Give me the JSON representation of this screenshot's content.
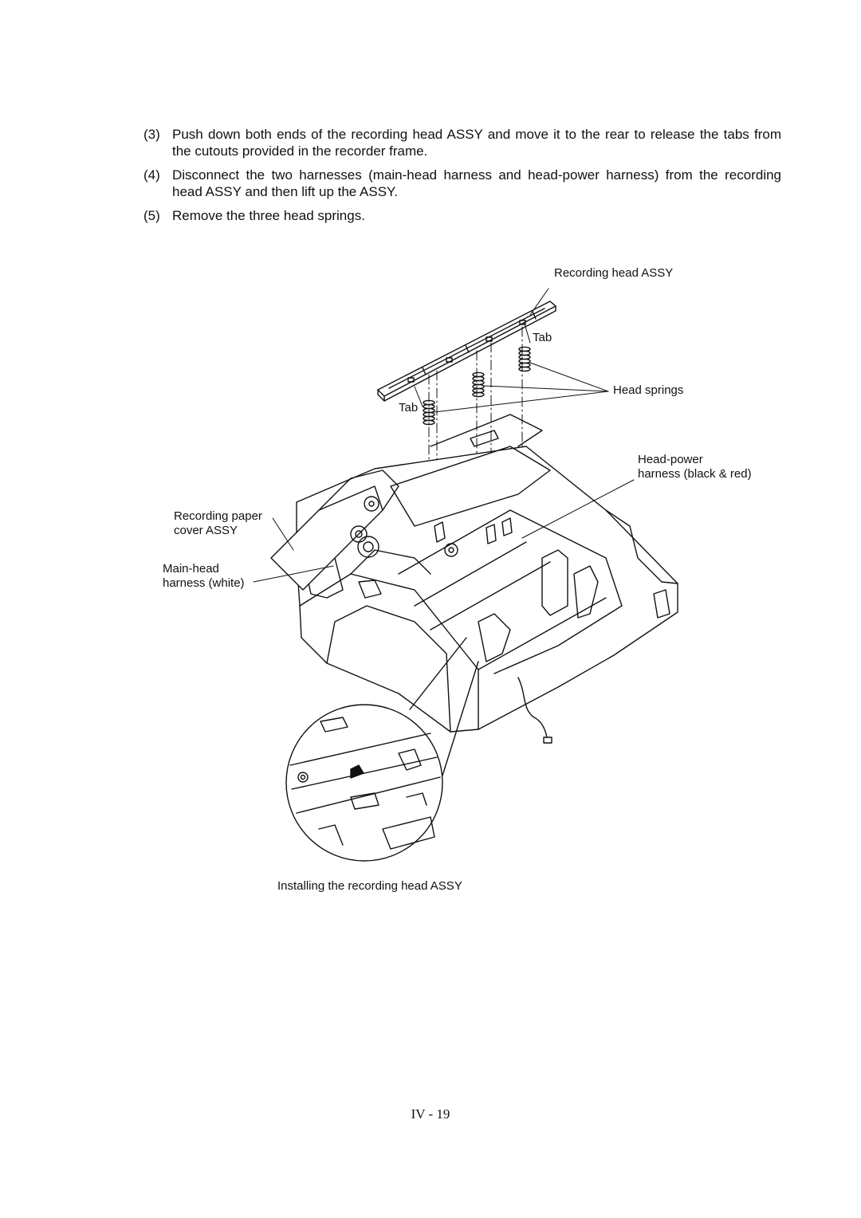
{
  "steps": [
    {
      "num": "(3)",
      "text": "Push down both ends of the recording head ASSY and move it to the rear to release the tabs from the cutouts provided in the recorder frame."
    },
    {
      "num": "(4)",
      "text": "Disconnect the two harnesses (main-head harness and head-power harness) from the recording head ASSY and then lift up the ASSY."
    },
    {
      "num": "(5)",
      "text": "Remove the three head springs."
    }
  ],
  "figure": {
    "labels": {
      "recording_head_assy": "Recording head ASSY",
      "tab_top": "Tab",
      "tab_left": "Tab",
      "head_springs": "Head springs",
      "head_power_1": "Head-power",
      "head_power_2": "harness (black & red)",
      "paper_cover_1": "Recording paper",
      "paper_cover_2": "cover ASSY",
      "main_head_1": "Main-head",
      "main_head_2": "harness (white)"
    },
    "caption": "Installing the recording head ASSY"
  },
  "page_number": "IV - 19"
}
